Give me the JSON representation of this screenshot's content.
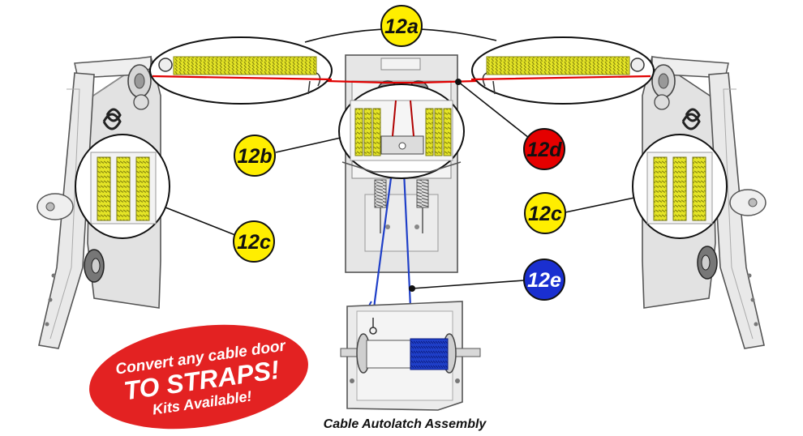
{
  "callouts": {
    "label_12a": "12a",
    "label_12b": "12b",
    "label_12c_left": "12c",
    "label_12c_right": "12c",
    "label_12d": "12d",
    "label_12e": "12e"
  },
  "promo": {
    "line1": "Convert any cable door",
    "line2": "TO STRAPS!",
    "line3": "Kits Available!"
  },
  "caption": "Cable Autolatch Assembly",
  "colors": {
    "callout_yellow": "#ffee00",
    "callout_red": "#e50000",
    "callout_blue": "#1a2fd0",
    "spring_yellow": "#d8d820",
    "red_cable": "#e00000",
    "blue_cable": "#1f3fc8",
    "promo_red": "#e32222",
    "metal_gray": "#e4e4e4"
  },
  "icons": {
    "spring": "spring-icon",
    "pulley": "pulley-icon",
    "bolt": "bolt-icon",
    "drum": "cable-drum-icon"
  }
}
